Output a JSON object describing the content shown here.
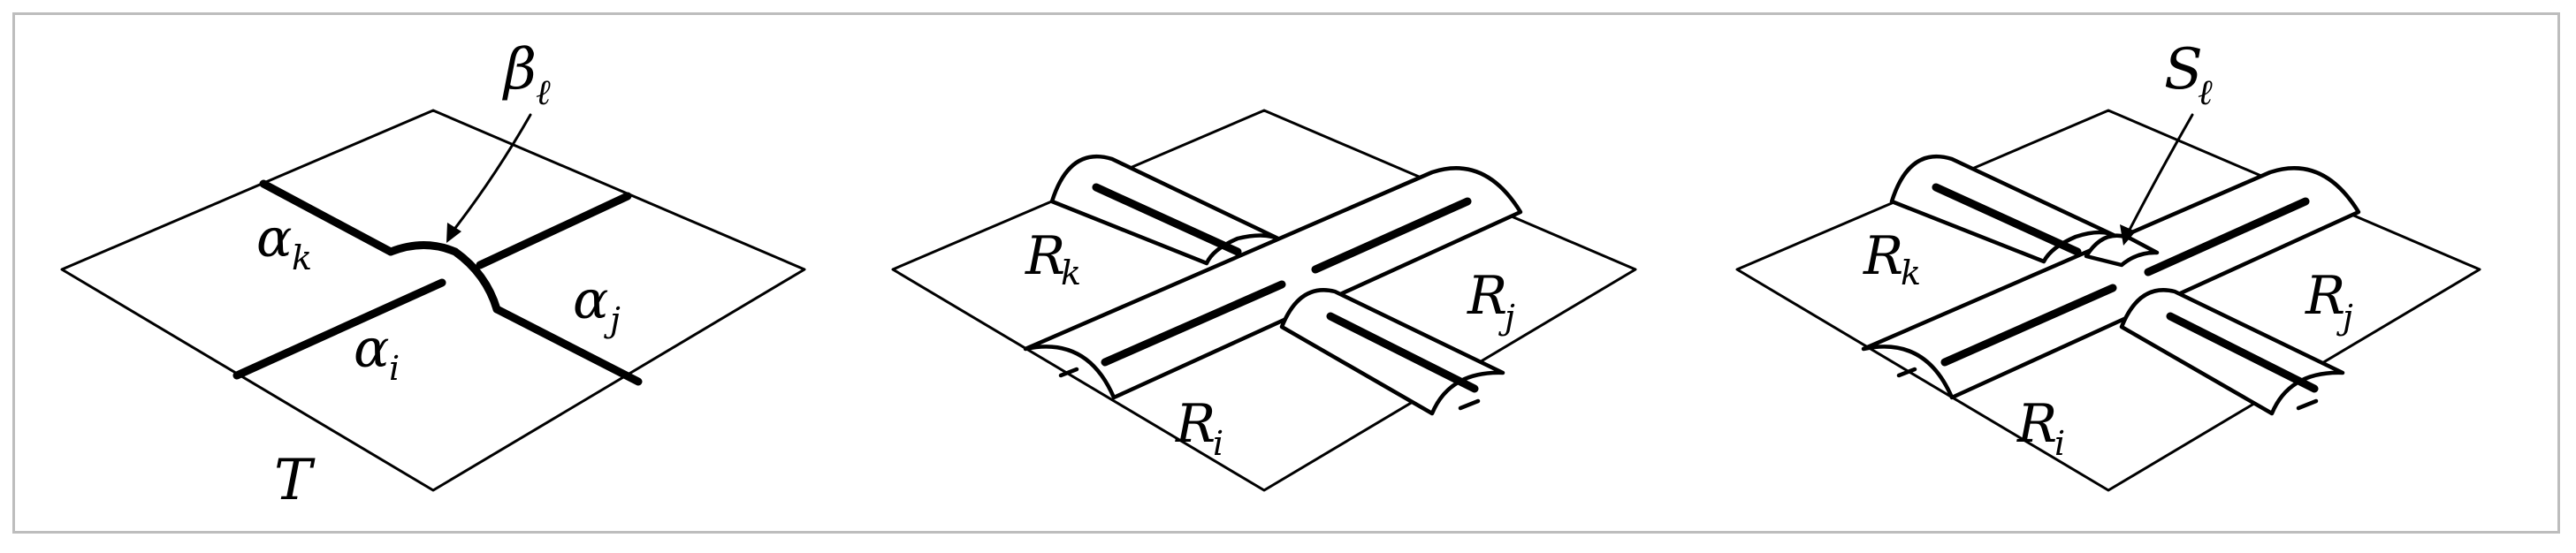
{
  "panel1": {
    "alpha_k": "α",
    "k": "k",
    "alpha_i": "α",
    "i": "i",
    "alpha_j": "α",
    "j": "j",
    "beta": "β",
    "ell": "ℓ",
    "torus": "T"
  },
  "panel2": {
    "R_k": "R",
    "k": "k",
    "R_i": "R",
    "i": "i",
    "R_j": "R",
    "j": "j"
  },
  "panel3": {
    "R_k": "R",
    "k": "k",
    "R_i": "R",
    "i": "i",
    "R_j": "R",
    "j": "j",
    "S": "S",
    "ell": "ℓ"
  }
}
